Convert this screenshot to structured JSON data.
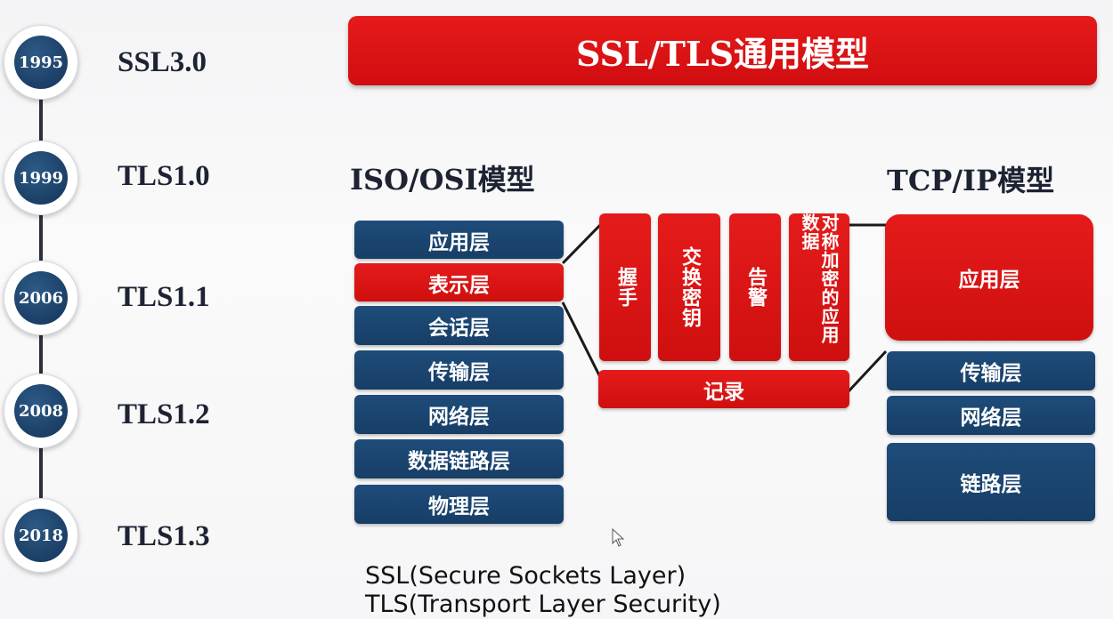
{
  "timeline": [
    {
      "year": "1995",
      "version": "SSL3.0"
    },
    {
      "year": "1999",
      "version": "TLS1.0"
    },
    {
      "year": "2006",
      "version": "TLS1.1"
    },
    {
      "year": "2008",
      "version": "TLS1.2"
    },
    {
      "year": "2018",
      "version": "TLS1.3"
    }
  ],
  "title": "SSL/TLS通用模型",
  "osi": {
    "heading": "ISO/OSI模型",
    "layers": [
      "应用层",
      "表示层",
      "会话层",
      "传输层",
      "网络层",
      "数据链路层",
      "物理层"
    ]
  },
  "ssl_layers": {
    "top": [
      "握手",
      "交换密钥",
      "告警",
      "对称加密的应用数据"
    ],
    "record": "记录"
  },
  "tcpip": {
    "heading": "TCP/IP模型",
    "layers": [
      "应用层",
      "传输层",
      "网络层",
      "链路层"
    ]
  },
  "footnotes": [
    "SSL(Secure Sockets Layer)",
    "TLS(Transport Layer Security)"
  ],
  "colors": {
    "accent_red": "#d81212",
    "navy": "#1b4470"
  }
}
